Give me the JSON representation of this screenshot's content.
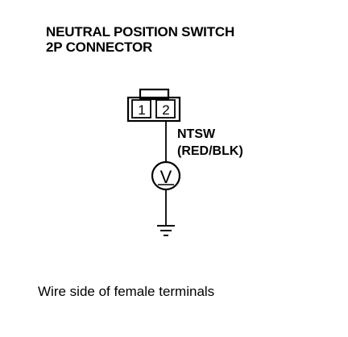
{
  "title": {
    "line1": "NEUTRAL POSITION SWITCH",
    "line2": "2P CONNECTOR"
  },
  "connector": {
    "pins": [
      "1",
      "2"
    ]
  },
  "wire": {
    "signal": "NTSW",
    "color": "(RED/BLK)"
  },
  "meter": {
    "symbol": "V",
    "icon": "voltmeter-icon"
  },
  "ground": {
    "icon": "ground-icon"
  },
  "caption": "Wire side of female terminals",
  "colors": {
    "ink": "#000000",
    "background": "#ffffff"
  }
}
